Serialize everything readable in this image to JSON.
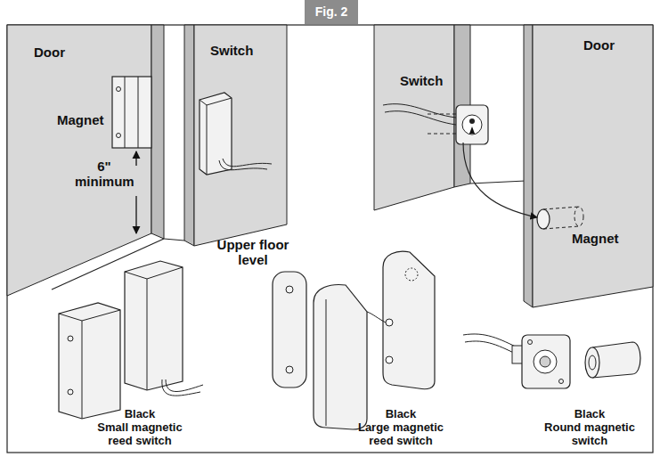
{
  "diagram": {
    "title": "Fig. 2",
    "labels": [
      "Door",
      "Magnet",
      "Switch",
      "6\" minimum",
      "Upper floor level",
      "Switch",
      "Door",
      "Magnet",
      "Black Small magnetic reed switch",
      "Black Large magnetic reed switch",
      "Black Round magnetic switch"
    ]
  }
}
